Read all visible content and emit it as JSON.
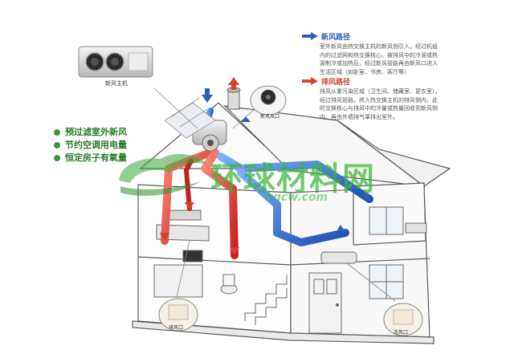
{
  "product": {
    "label": "新风主机"
  },
  "vents": {
    "roof_label": "新风风口",
    "exhaust_label": "排风口",
    "supply_label": "送风口"
  },
  "legend": {
    "fresh": {
      "title": "新风路径",
      "body": "室外新风由热交换主机的新风侧引入，经过机组\n内的过滤网和热交换核心，被排风中的冷源或热\n源制冷或加热后，经过新风管路再由新风口进入\n生活区域（如卧室、书房、客厅等）",
      "color": "#2b5fbf",
      "icon": "blue-arrow-icon"
    },
    "exhaust": {
      "title": "排风路径",
      "body": "排风从重污染区域（卫生间、储藏室、更衣室），\n经过排风管路，将入热交换主机的排风侧内，此\n时交换核心与排风中的冷量或热量回收到新风侧\n内，再由外墙排气罩排出室外。",
      "color": "#d4442a",
      "icon": "red-arrow-icon"
    }
  },
  "benefits": [
    "预过滤室外新风",
    "节约空调用电量",
    "恒定房子有氧量"
  ],
  "watermark": {
    "main": "环球材料网",
    "sub": "hqcw.com"
  },
  "colors": {
    "fresh_duct": "#2f67c8",
    "exhaust_duct": "#d8302a",
    "bullet_green": "#2a7a2a"
  }
}
